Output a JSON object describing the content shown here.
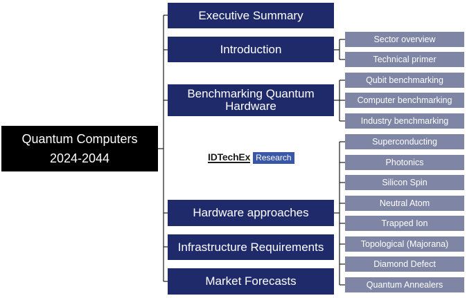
{
  "root": {
    "line1": "Quantum Computers",
    "line2": "2024-2044"
  },
  "sections": [
    {
      "id": "executive-summary",
      "label": "Executive Summary"
    },
    {
      "id": "introduction",
      "label": "Introduction"
    },
    {
      "id": "benchmarking",
      "label": "Benchmarking Quantum Hardware"
    },
    {
      "id": "hardware-approaches",
      "label": "Hardware approaches"
    },
    {
      "id": "infrastructure",
      "label": "Infrastructure Requirements"
    },
    {
      "id": "market-forecasts",
      "label": "Market Forecasts"
    }
  ],
  "subsections": {
    "introduction": [
      "Sector overview",
      "Technical primer"
    ],
    "benchmarking": [
      "Qubit benchmarking",
      "Computer benchmarking",
      "Industry benchmarking"
    ],
    "hardware_approaches": [
      "Superconducting",
      "Photonics",
      "Silicon Spin",
      "Neutral Atom",
      "Trapped Ion",
      "Topological (Majorana)",
      "Diamond Defect",
      "Quantum Annealers"
    ]
  },
  "logo": {
    "main": "IDTechEx",
    "tag": "Research"
  },
  "colors": {
    "root": "#000000",
    "section": "#1f2a6b",
    "subsection": "#7f85a4",
    "line": "#1a1a1a",
    "logo_tag": "#3a56a6"
  }
}
